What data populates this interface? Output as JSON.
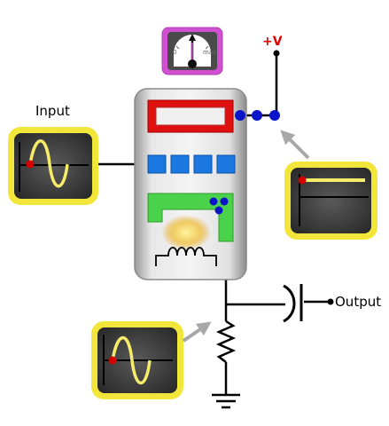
{
  "labels": {
    "input": "Input",
    "output": "Output",
    "supply": "+V"
  },
  "meter": {
    "min_label": "0",
    "max_label": "max"
  },
  "colors": {
    "wire": "#000000",
    "scope_frame": "#f3e63a",
    "meter_frame": "#d14fd1",
    "trace": "#f5ec6a",
    "dot_red": "#d40000",
    "dot_blue": "#0a14c8",
    "anode_red": "#e01010",
    "grid_blue": "#1a78e0",
    "cathode_green": "#4ad24a",
    "arrow_gray": "#a8a8a8"
  }
}
